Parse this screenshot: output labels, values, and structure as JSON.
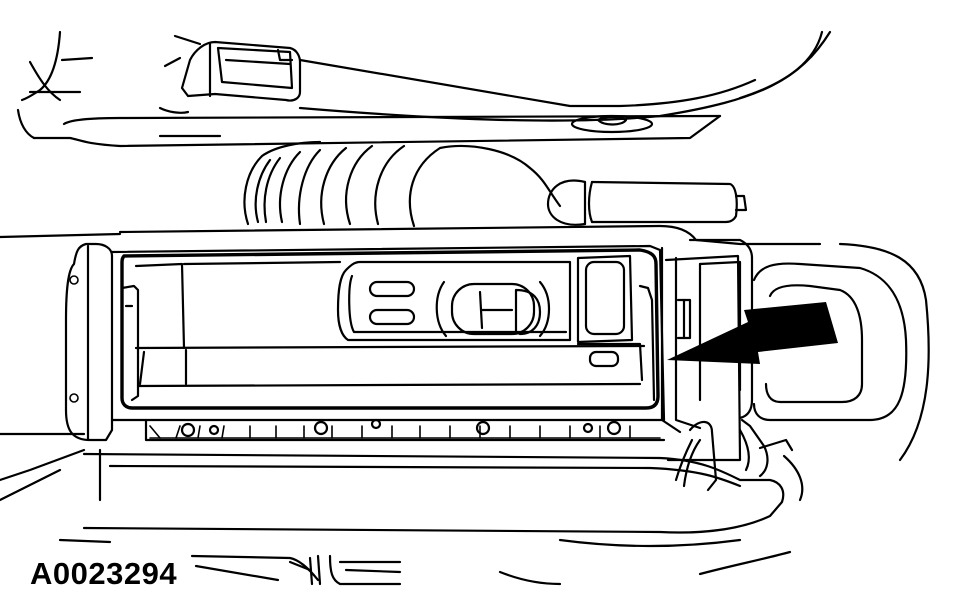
{
  "figure": {
    "id_label": "A0023294",
    "description": "Line drawing of vehicle center console with cassette/radio unit; solid arrow indicates removal direction",
    "colors": {
      "line": "#000000",
      "background": "#ffffff",
      "arrow": "#000000"
    }
  },
  "components": [
    {
      "name": "upper-console-trim",
      "label": ""
    },
    {
      "name": "gear-shift-boot",
      "label": ""
    },
    {
      "name": "parking-brake-handle",
      "label": ""
    },
    {
      "name": "cassette-storage-unit",
      "label": ""
    },
    {
      "name": "armrest-bin-lid",
      "label": ""
    },
    {
      "name": "direction-arrow",
      "label": ""
    }
  ]
}
